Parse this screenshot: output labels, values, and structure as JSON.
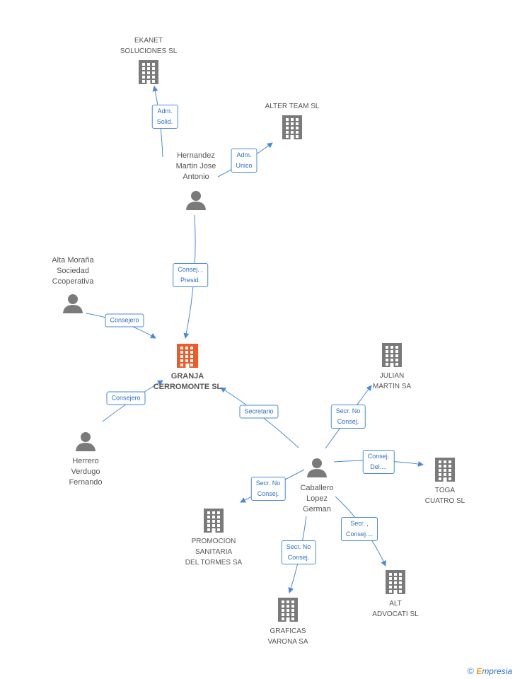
{
  "colors": {
    "edge": "#4a8ad8",
    "company_icon": "#7a7a7a",
    "main_company_icon": "#f05a28",
    "person_icon": "#7a7a7a"
  },
  "nodes": [
    {
      "id": "ekanet",
      "kind": "company",
      "icon": "building-icon",
      "label": "EKANET\nSOLUCIONES  SL"
    },
    {
      "id": "alterteam",
      "kind": "company",
      "icon": "building-icon",
      "label": "ALTER TEAM SL"
    },
    {
      "id": "hernandez",
      "kind": "person",
      "icon": "person-icon",
      "label": "Hernandez\nMartin Jose\nAntonio"
    },
    {
      "id": "altamorana",
      "kind": "person",
      "icon": "person-icon",
      "label": "Alta Moraña\nSociedad\nCcoperativa"
    },
    {
      "id": "granja",
      "kind": "main",
      "icon": "building-icon",
      "label": "GRANJA\nCERROMONTE SL"
    },
    {
      "id": "julian",
      "kind": "company",
      "icon": "building-icon",
      "label": "JULIAN\nMARTIN SA"
    },
    {
      "id": "herrero",
      "kind": "person",
      "icon": "person-icon",
      "label": "Herrero\nVerdugo\nFernando"
    },
    {
      "id": "caballero",
      "kind": "person",
      "icon": "person-icon",
      "label": "Caballero\nLopez\nGerman"
    },
    {
      "id": "toga",
      "kind": "company",
      "icon": "building-icon",
      "label": "TOGA\nCUATRO SL"
    },
    {
      "id": "promocion",
      "kind": "company",
      "icon": "building-icon",
      "label": "PROMOCION\nSANITARIA\nDEL TORMES SA"
    },
    {
      "id": "alt",
      "kind": "company",
      "icon": "building-icon",
      "label": "ALT\nADVOCATI SL"
    },
    {
      "id": "graficas",
      "kind": "company",
      "icon": "building-icon",
      "label": "GRAFICAS\nVARONA SA"
    }
  ],
  "edges": [
    {
      "from": "hernandez",
      "to": "ekanet",
      "label": "Adm.\nSolid."
    },
    {
      "from": "hernandez",
      "to": "alterteam",
      "label": "Adm.\nUnico"
    },
    {
      "from": "hernandez",
      "to": "granja",
      "label": "Consej. ,\nPresid."
    },
    {
      "from": "altamorana",
      "to": "granja",
      "label": "Consejero"
    },
    {
      "from": "herrero",
      "to": "granja",
      "label": "Consejero"
    },
    {
      "from": "caballero",
      "to": "granja",
      "label": "Secretario"
    },
    {
      "from": "caballero",
      "to": "julian",
      "label": "Secr.  No\nConsej."
    },
    {
      "from": "caballero",
      "to": "toga",
      "label": "Consej.\nDel...."
    },
    {
      "from": "caballero",
      "to": "promocion",
      "label": "Secr.  No\nConsej."
    },
    {
      "from": "caballero",
      "to": "alt",
      "label": "Secr. ,\nConsej...."
    },
    {
      "from": "caballero",
      "to": "graficas",
      "label": "Secr.  No\nConsej."
    }
  ],
  "footer": {
    "copyright": "©",
    "brand_initial": "E",
    "brand_rest": "mpresia"
  }
}
